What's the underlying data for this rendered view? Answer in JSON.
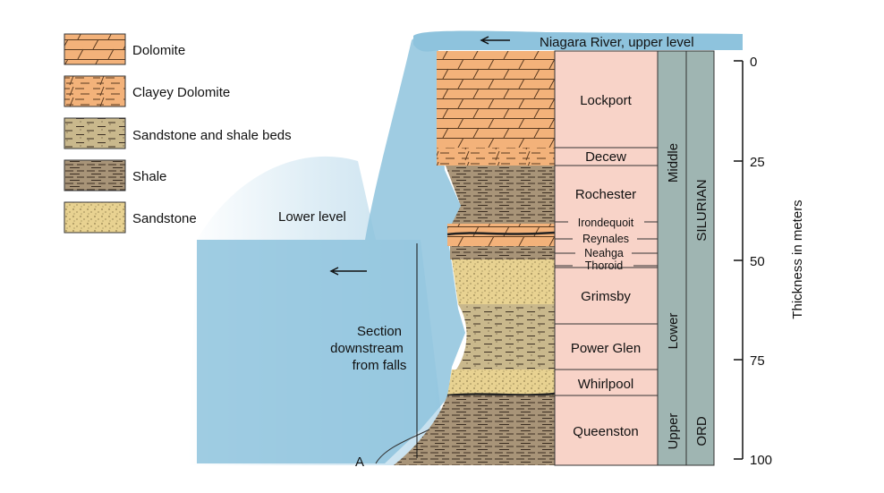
{
  "legend": [
    {
      "label": "Dolomite",
      "pattern": "dolomite"
    },
    {
      "label": "Clayey Dolomite",
      "pattern": "clayey"
    },
    {
      "label": "Sandstone and shale beds",
      "pattern": "sandshale"
    },
    {
      "label": "Shale",
      "pattern": "shale"
    },
    {
      "label": "Sandstone",
      "pattern": "sandstone"
    }
  ],
  "annotations": {
    "upper_river": "Niagara River, upper level",
    "lower_level": "Lower level",
    "section_line1": "Section",
    "section_line2": "downstream",
    "section_line3": "from falls",
    "point_a": "A"
  },
  "formations": [
    "Lockport",
    "Decew",
    "Rochester",
    "Irondequoit",
    "Reynales",
    "Neahga",
    "Thoroid",
    "Grimsby",
    "Power Glen",
    "Whirlpool",
    "Queenston"
  ],
  "series": [
    "Middle",
    "Lower",
    "Upper"
  ],
  "systems": [
    "SILURIAN",
    "ORD"
  ],
  "scale": {
    "title": "Thickness in meters",
    "ticks": [
      "0",
      "25",
      "50",
      "75",
      "100"
    ]
  },
  "colors": {
    "water": "#8ec3dd",
    "dolomite": "#f3b27a",
    "sandstone": "#e8d291",
    "shale": "#a89478",
    "names_column": "#f8d3c8",
    "period_column": "#9fb5b2"
  }
}
